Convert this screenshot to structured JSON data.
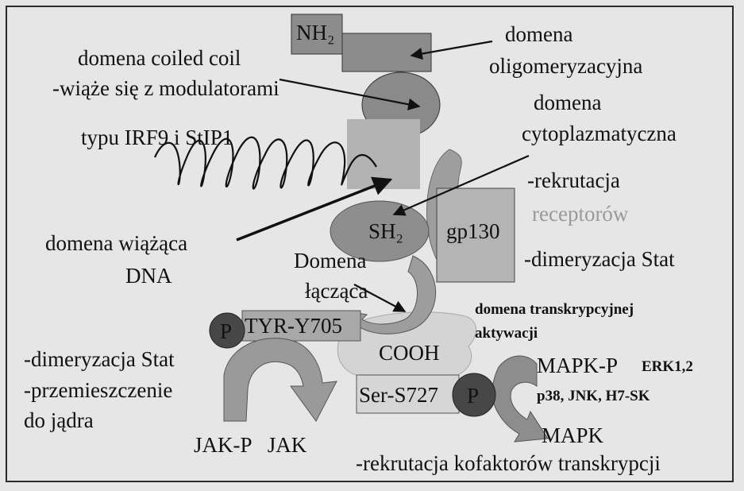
{
  "domains": {
    "nh2": "NH₂",
    "oligomer": [
      "domena",
      "oligomeryzacyjna"
    ],
    "coiled_coil": [
      "domena coiled coil",
      "-wiąże się z modulatorami",
      "typu IRF9 i StIP1"
    ],
    "cytoplasmic": [
      "domena",
      "cytoplazmatyczna",
      "-rekrutacja",
      "receptorów",
      "-dimeryzacja Stat"
    ],
    "sh2": "SH₂",
    "gp130": "gp130",
    "dna_binding": [
      "domena  wiążąca",
      "DNA"
    ],
    "linker": [
      "Domena",
      "łącząca"
    ],
    "transactivation": [
      "domena transkrypcyjnej",
      "aktywacji"
    ],
    "tyr": "TYR-Y705",
    "cooh": "COOH",
    "ser": "Ser-S727",
    "phospho": "P",
    "stat_left": [
      "-dimeryzacja Stat",
      "-przemieszczenie",
      "do jądra"
    ],
    "jak": "JAK-P   JAK",
    "mapk_p": "MAPK-P",
    "kinases": [
      "ERK1,2",
      "p38, JNK, H7-SK"
    ],
    "mapk": "MAPK",
    "cofactors": "-rekrutacja kofaktorów transkrypcji"
  },
  "colors": {
    "background": "#e6e6e6",
    "box_dark": "#8c8c8c",
    "box_mid": "#9d9d9d",
    "box_light": "#b4b4b4",
    "ellipse": "#8a8a8a",
    "phospho_circle": "#474747",
    "line": "#111111"
  }
}
